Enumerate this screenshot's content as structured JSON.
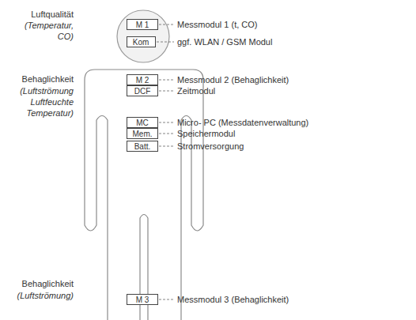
{
  "diagram": {
    "nodes": [
      {
        "text": [
          "M 1"
        ]
      },
      {
        "text": [
          "Kom"
        ]
      },
      {
        "text": [
          "M 2"
        ]
      },
      {
        "text": [
          "DCF"
        ]
      },
      {
        "text": [
          "MC"
        ]
      },
      {
        "text": [
          "Mem."
        ]
      },
      {
        "text": [
          "Batt."
        ]
      },
      {
        "text": [
          "M 3"
        ]
      }
    ],
    "labels": [
      "Luftqualität",
      "(Temperatur, CO)",
      "Messmodul 1 (t, CO)",
      "ggf. WLAN / GSM Modul",
      "Behaglichkeit",
      "(Luftströmung Luftfeuchte Temperatur)",
      "Messmodul 2 (Behaglichkeit)",
      "Zeitmodul",
      "Micro- PC (Messdatenverwaltung)",
      "Speichermodul",
      "Stromversorgung",
      "Behaglichkeit",
      "(Luftströmung)",
      "Messmodul 3 (Behaglichkeit)"
    ]
  }
}
